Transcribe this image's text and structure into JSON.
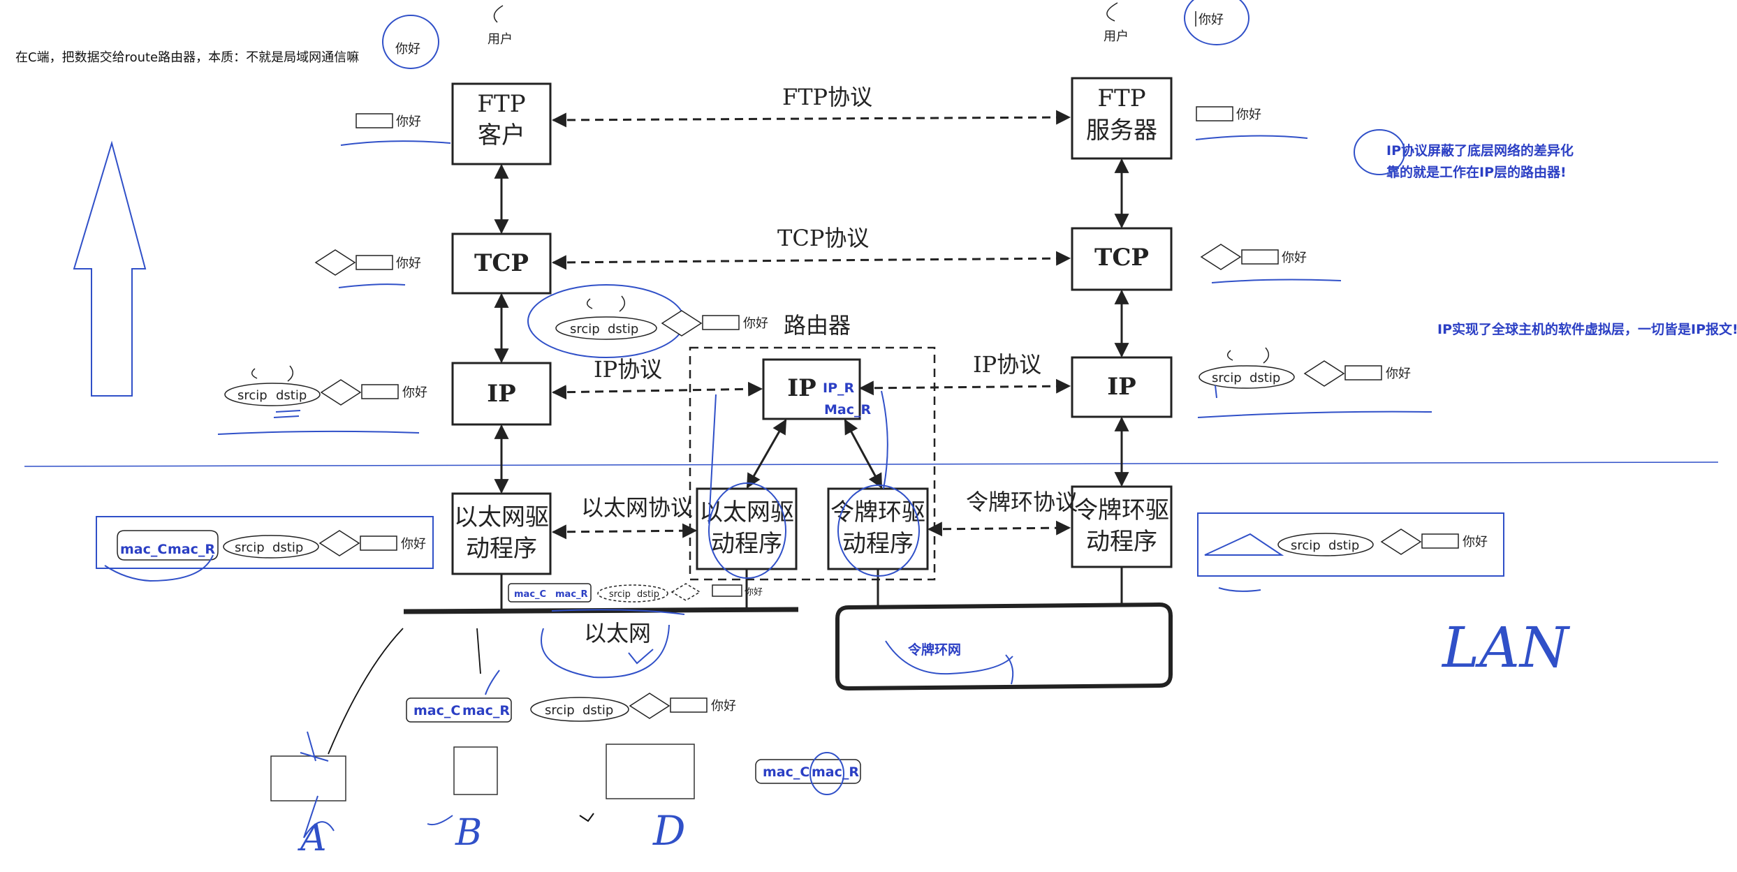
{
  "note": "在C端，把数据交给route路由器，本质：不就是局域网通信嘛",
  "users": {
    "left": "用户",
    "right": "用户"
  },
  "greeting": "你好",
  "layers": {
    "ftp_client": [
      "FTP",
      "客户"
    ],
    "ftp_server": [
      "FTP",
      "服务器"
    ],
    "tcp": "TCP",
    "ip": "IP",
    "eth_driver": [
      "以太网驱",
      "动程序"
    ],
    "token_driver": [
      "令牌环驱",
      "动程序"
    ]
  },
  "protocols": {
    "ftp": "FTP协议",
    "tcp": "TCP协议",
    "ip_left": "IP协议",
    "ip_right": "IP协议",
    "ethernet": "以太网协议",
    "token_ring": "令牌环协议"
  },
  "router_label": "路由器",
  "router_ip": "IP",
  "router_ip_r": "IP_R",
  "router_mac_r": "Mac_R",
  "ethernet_label": "以太网",
  "token_ring_net": "令牌环网",
  "header_labels": {
    "srcip": "srcip",
    "dstip": "dstip",
    "mac_c": "mac_C",
    "mac_r": "mac_R"
  },
  "annotations": {
    "ip_shield": "IP协议屏蔽了底层网络的差异化",
    "router_work": "靠的就是工作在IP层的路由器!",
    "virtual_layer": "IP实现了全球主机的软件虚拟层，一切皆是IP报文!"
  },
  "handwriting": {
    "a": "A",
    "b": "B",
    "d": "D",
    "lan": "LAN"
  }
}
